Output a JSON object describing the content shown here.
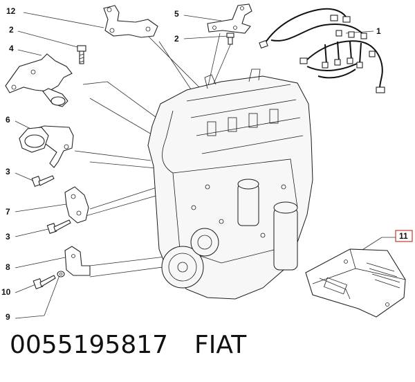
{
  "callouts": [
    {
      "label": "12"
    },
    {
      "label": "2"
    },
    {
      "label": "4"
    },
    {
      "label": "5"
    },
    {
      "label": "2"
    },
    {
      "label": "1"
    },
    {
      "label": "6"
    },
    {
      "label": "3"
    },
    {
      "label": "7"
    },
    {
      "label": "3"
    },
    {
      "label": "8"
    },
    {
      "label": "10"
    },
    {
      "label": "9"
    },
    {
      "label": "11"
    }
  ],
  "footer": {
    "part_number": "0055195817",
    "brand": "FIAT"
  },
  "colors": {
    "line": "#222222",
    "highlight_box": "#c0392b",
    "background": "#ffffff"
  }
}
